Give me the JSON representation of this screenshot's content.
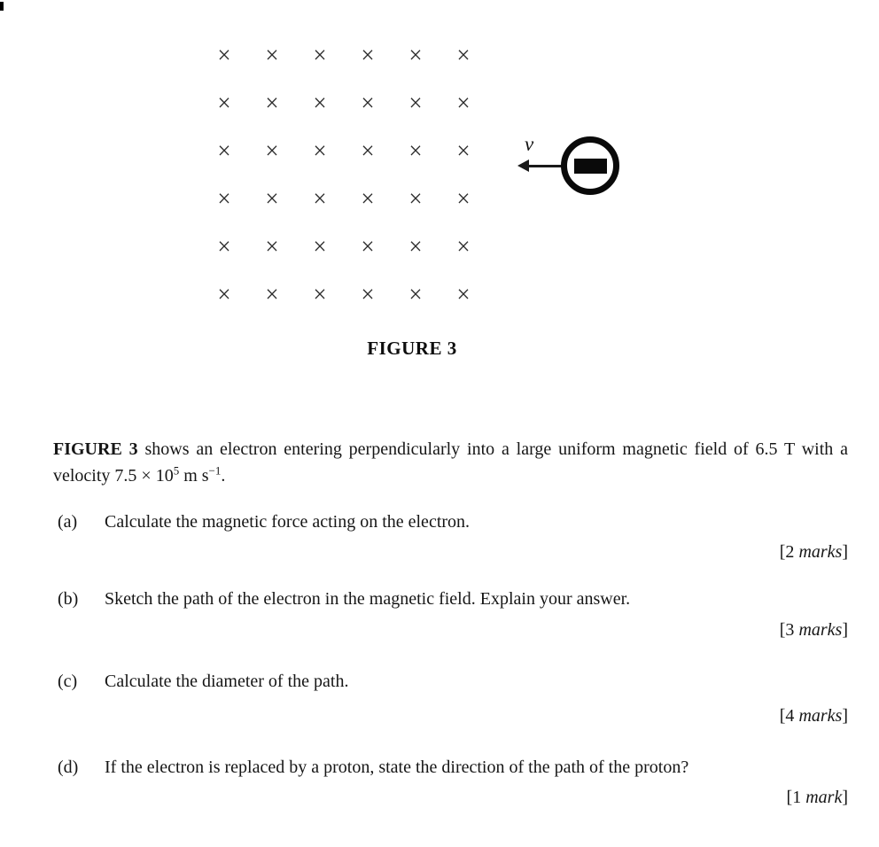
{
  "figure": {
    "caption": "FIGURE 3",
    "velocity_label": "v",
    "field_symbol": "×",
    "grid_rows": 6,
    "grid_cols": 6
  },
  "intro": {
    "bold_lead": "FIGURE 3",
    "text_after_bold": " shows an electron entering perpendicularly into a large uniform magnetic field of 6.5 T with a velocity 7.5 × 10",
    "sup1": "5",
    "mid": " m s",
    "sup2": "−1",
    "end": "."
  },
  "questions": [
    {
      "label": "(a)",
      "text": "Calculate the magnetic force acting on the electron.",
      "marks": {
        "prefix": "[2 ",
        "word": "marks",
        "close": "]"
      }
    },
    {
      "label": "(b)",
      "text": "Sketch the path of the electron in the magnetic field. Explain your answer.",
      "marks": {
        "prefix": "[3 ",
        "word": "marks",
        "close": "]"
      }
    },
    {
      "label": "(c)",
      "text": "Calculate the diameter of the path.",
      "marks": {
        "prefix": "[4 ",
        "word": "marks",
        "close": "]"
      }
    },
    {
      "label": "(d)",
      "text": "If the electron is replaced by a proton, state the direction of the path of the proton?",
      "marks": {
        "prefix": "[1 ",
        "word": "mark",
        "close": "]"
      }
    }
  ]
}
